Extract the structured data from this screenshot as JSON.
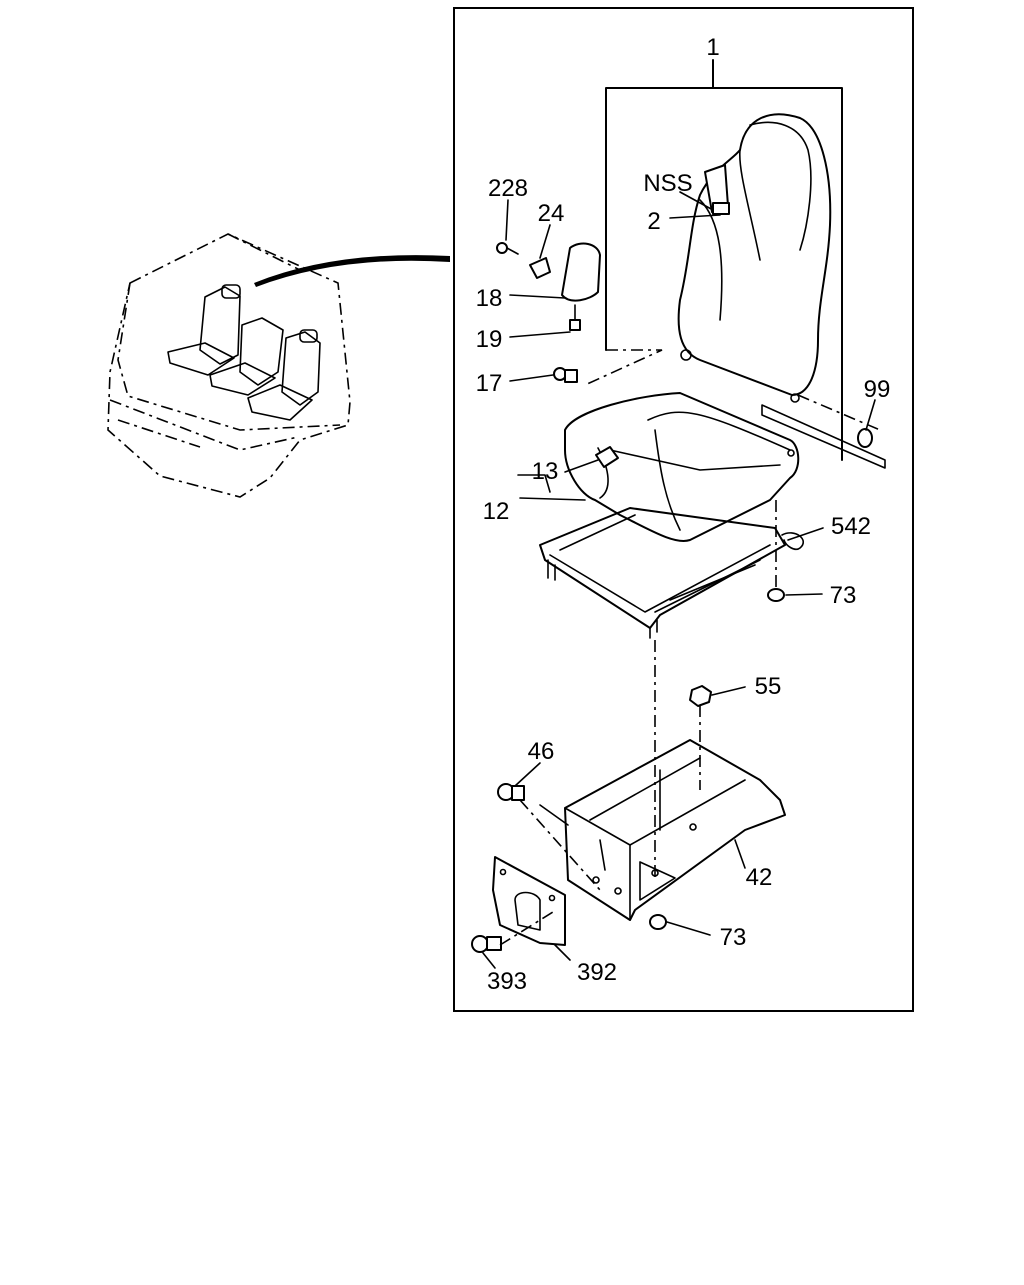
{
  "callouts": {
    "c1": "1",
    "c_nss": "NSS",
    "c2": "2",
    "c228": "228",
    "c24": "24",
    "c18": "18",
    "c19": "19",
    "c17": "17",
    "c99": "99",
    "c13": "13",
    "c12": "12",
    "c542": "542",
    "c73a": "73",
    "c55": "55",
    "c46": "46",
    "c42": "42",
    "c73b": "73",
    "c392": "392",
    "c393": "393"
  }
}
